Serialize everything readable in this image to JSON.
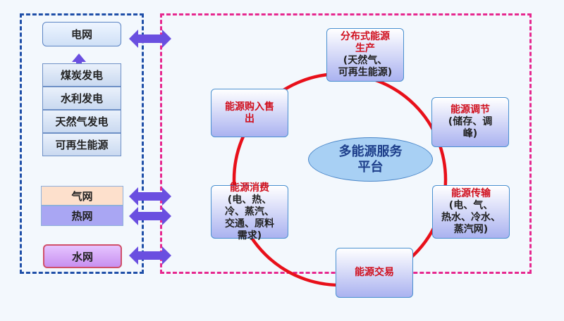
{
  "left": {
    "grid": "电网",
    "generation": [
      "煤炭发电",
      "水利发电",
      "天然气发电",
      "可再生能源"
    ],
    "gas": "气网",
    "heat": "热网",
    "water": "水网"
  },
  "center": {
    "line1": "多能源服务",
    "line2": "平台"
  },
  "nodes": {
    "distributed": {
      "title1": "分布式能源",
      "title2": "生产",
      "detail1": "(天然气、",
      "detail2": "可再生能源)"
    },
    "regulation": {
      "title": "能源调节",
      "detail1": "(储存、调",
      "detail2": "峰)"
    },
    "transmission": {
      "title": "能源传输",
      "detail1": "(电、气、",
      "detail2": "热水、冷水、",
      "detail3": "蒸汽网)"
    },
    "trading": {
      "title": "能源交易"
    },
    "consumption": {
      "title": "能源消费",
      "detail1": "(电、热、",
      "detail2": "冷、蒸汽、",
      "detail3": "交通、原料",
      "detail4": "需求)"
    },
    "purchase": {
      "title1": "能源购入售",
      "title2": "出"
    }
  },
  "colors": {
    "left_frame": "#1f4fa8",
    "right_frame": "#e6288f",
    "ring": "#e8101a",
    "arrows": "#6a4fe0"
  }
}
